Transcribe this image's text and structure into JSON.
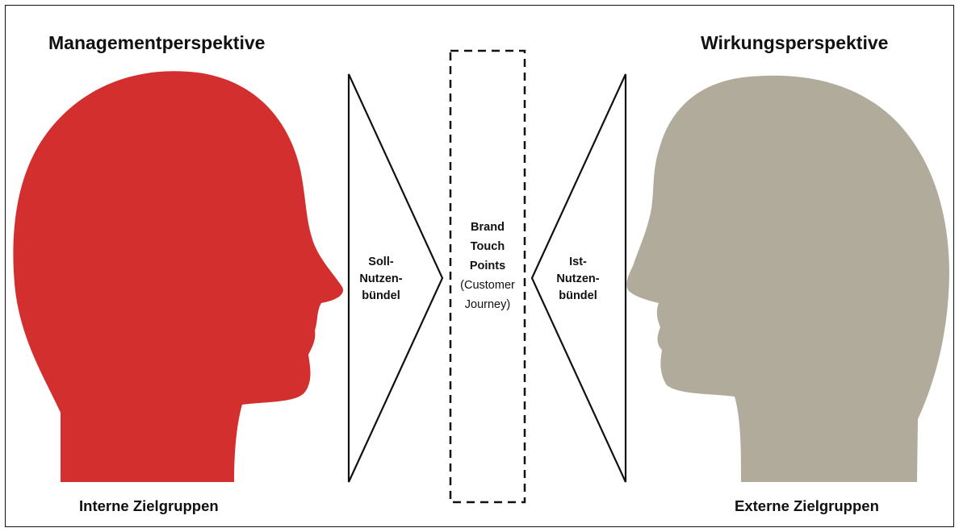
{
  "left": {
    "heading": "Managementperspektive",
    "footer": "Interne Zielgruppen",
    "head_color": "#d32f2f",
    "wedge_lines": [
      "Soll-",
      "Nutzen-",
      "bündel"
    ]
  },
  "right": {
    "heading": "Wirkungsperspektive",
    "footer": "Externe Zielgruppen",
    "head_color": "#b0ab9a",
    "wedge_lines": [
      "Ist-",
      "Nutzen-",
      "bündel"
    ]
  },
  "center": {
    "lines": [
      "Brand",
      "Touch",
      "Points",
      "(Customer",
      "Journey)"
    ]
  }
}
